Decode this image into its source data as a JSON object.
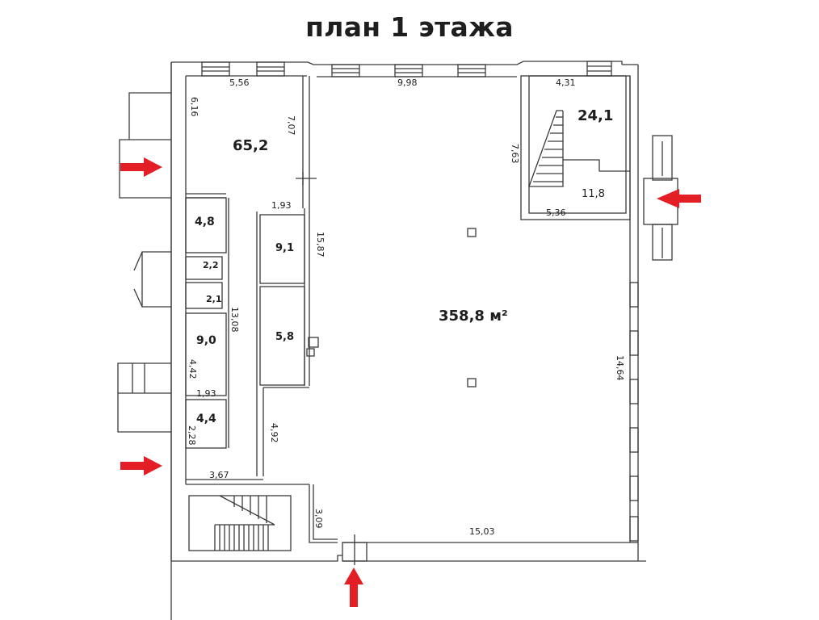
{
  "title": "план 1 этажа",
  "rooms": [
    {
      "id": "room-65",
      "area": "65,2"
    },
    {
      "id": "room-24",
      "area": "24,1"
    },
    {
      "id": "room-11",
      "area": "11,8"
    },
    {
      "id": "room-4-8",
      "area": "4,8"
    },
    {
      "id": "room-2-2",
      "area": "2,2"
    },
    {
      "id": "room-2-1",
      "area": "2,1"
    },
    {
      "id": "room-9-0",
      "area": "9,0"
    },
    {
      "id": "room-4-4",
      "area": "4,4"
    },
    {
      "id": "room-9-1",
      "area": "9,1"
    },
    {
      "id": "room-5-8",
      "area": "5,8"
    },
    {
      "id": "main-hall",
      "area": "358,8 м²"
    }
  ],
  "dimensions": {
    "d_5_56": "5,56",
    "d_6_16": "6,16",
    "d_7_07": "7,07",
    "d_9_98": "9,98",
    "d_4_31": "4,31",
    "d_7_63": "7,63",
    "d_5_36": "5,36",
    "d_1_93_top": "1,93",
    "d_15_87": "15,87",
    "d_13_08": "13,08",
    "d_4_42": "4,42",
    "d_1_93_bottom": "1,93",
    "d_2_28": "2,28",
    "d_4_92": "4,92",
    "d_3_67": "3,67",
    "d_3_09": "3,09",
    "d_15_03": "15,03",
    "d_14_64": "14,64"
  },
  "entrances": [
    {
      "id": "entrance-left-top",
      "direction": "right"
    },
    {
      "id": "entrance-left-bottom",
      "direction": "right"
    },
    {
      "id": "entrance-bottom",
      "direction": "up"
    },
    {
      "id": "entrance-right",
      "direction": "left"
    }
  ],
  "colors": {
    "arrow": "#e31e24",
    "wall": "#3a3a3a",
    "text": "#1e1e1e"
  }
}
